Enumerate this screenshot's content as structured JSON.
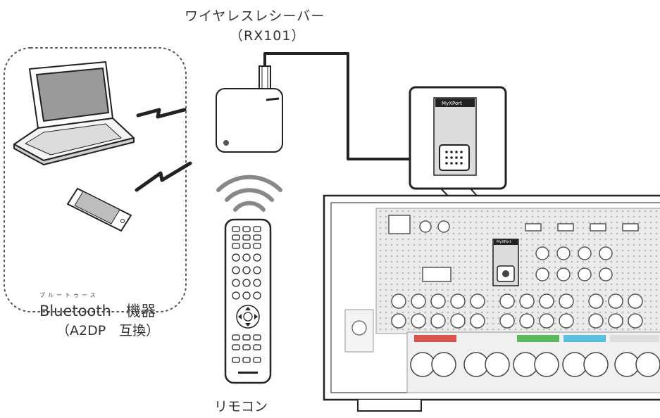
{
  "labels": {
    "receiver_name": "ワイヤレスレシーバー",
    "receiver_model": "（RX101）",
    "bluetooth_ruby": "ブルートゥース",
    "bluetooth_device": "Bluetooth　機器",
    "bluetooth_compat": "（A2DP　互換）",
    "remote": "リモコン",
    "port_label": "MyXPort",
    "mini_port_label": "MyXPort"
  },
  "colors": {
    "line": "#222222",
    "panel_fill": "#e6e6e6",
    "speaker_red": "#d9534f",
    "speaker_green": "#5cb85c",
    "speaker_teal": "#5bc0de"
  },
  "icons": [
    "laptop-icon",
    "smartphone-icon",
    "wireless-signal-icon",
    "wireless-receiver-icon",
    "remote-control-icon",
    "av-receiver-rear-panel-icon",
    "connector-icon"
  ]
}
